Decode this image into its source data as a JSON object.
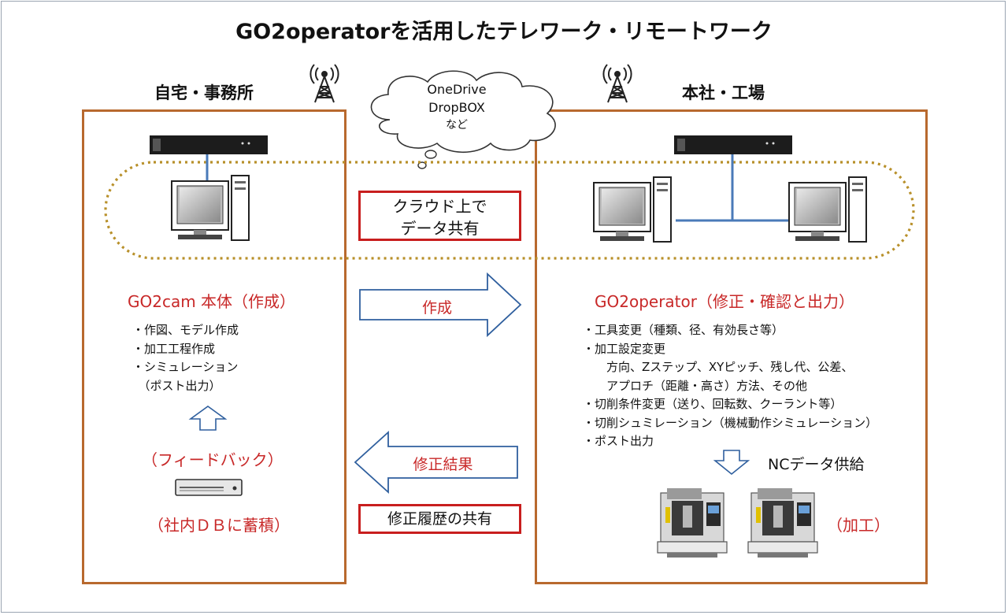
{
  "title": "GO2operatorを活用したテレワーク・リモートワーク",
  "left": {
    "label": "自宅・事務所",
    "software_title": "GO2cam 本体（作成）",
    "items": [
      "・作図、モデル作成",
      "・加工工程作成",
      "・シミュレーション",
      "　（ポスト出力）"
    ],
    "feedback": "（フィードバック）",
    "db": "（社内ＤＢに蓄積）"
  },
  "right": {
    "label": "本社・工場",
    "software_title": "GO2operator（修正・確認と出力）",
    "items": [
      "・工具変更（種類、径、有効長さ等）",
      "・加工設定変更",
      "　　方向、Zステップ、XYピッチ、残し代、公差、",
      "　　アプロチ（距離・高さ）方法、その他",
      "・切削条件変更（送り、回転数、クーラント等）",
      "・切削シュミレーション（機械動作シミュレーション）",
      "・ポスト出力"
    ],
    "nc_supply": "NCデータ供給",
    "machining": "（加工）"
  },
  "cloud": {
    "line1": "OneDrive",
    "line2": "DropBOX",
    "line3": "など"
  },
  "center": {
    "cloud_share_line1": "クラウド上で",
    "cloud_share_line2": "データ共有",
    "create_arrow": "作成",
    "fix_result_arrow": "修正結果",
    "history_share": "修正履歴の共有"
  },
  "colors": {
    "box_border": "#b8692e",
    "red": "#c82828",
    "dotted_ring": "#b8902a",
    "arrow_border": "#2f5f9e",
    "link_line": "#4a7ab8"
  }
}
